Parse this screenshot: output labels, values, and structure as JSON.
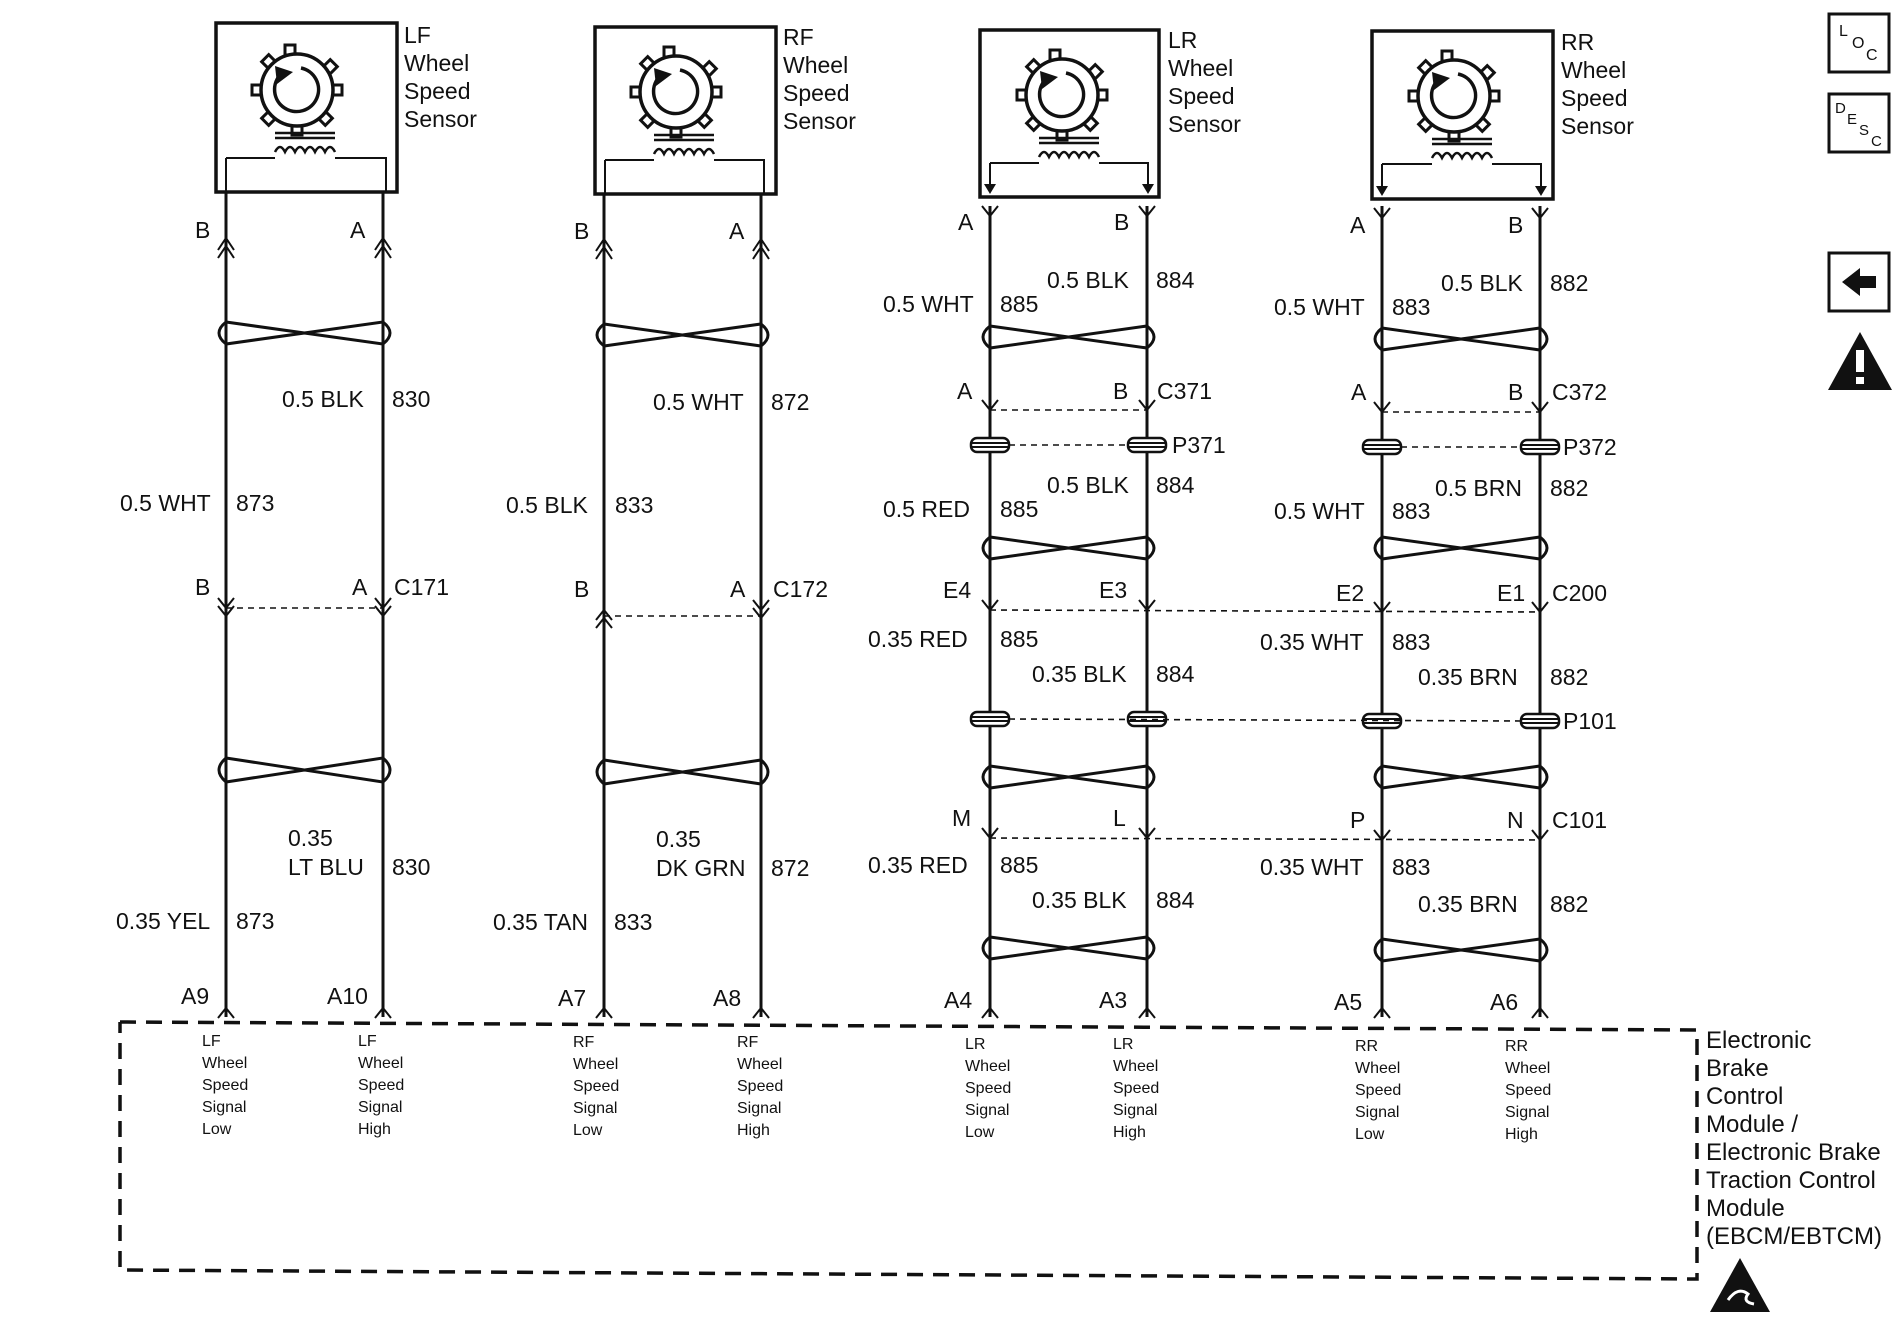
{
  "sensors": {
    "lf": [
      "LF",
      "Wheel",
      "Speed",
      "Sensor"
    ],
    "rf": [
      "RF",
      "Wheel",
      "Speed",
      "Sensor"
    ],
    "lr": [
      "LR",
      "Wheel",
      "Speed",
      "Sensor"
    ],
    "rr": [
      "RR",
      "Wheel",
      "Speed",
      "Sensor"
    ]
  },
  "terminals": {
    "lf": [
      "B",
      "A"
    ],
    "rf": [
      "B",
      "A"
    ],
    "lr": [
      "A",
      "B"
    ],
    "rr": [
      "A",
      "B"
    ]
  },
  "wires": {
    "lf_upper_right": [
      "0.5 BLK",
      "830"
    ],
    "lf_upper_left": [
      "0.5 WHT",
      "873"
    ],
    "lf_lower_right": [
      "0.35",
      "LT BLU",
      "830"
    ],
    "lf_lower_left": [
      "0.35 YEL",
      "873"
    ],
    "rf_upper_right": [
      "0.5 WHT",
      "872"
    ],
    "rf_upper_left": [
      "0.5 BLK",
      "833"
    ],
    "rf_lower_right": [
      "0.35",
      "DK GRN",
      "872"
    ],
    "rf_lower_left": [
      "0.35 TAN",
      "833"
    ],
    "lr_s1_left": [
      "0.5 WHT",
      "885"
    ],
    "lr_s1_right": [
      "0.5 BLK",
      "884"
    ],
    "lr_s2_left": [
      "0.5 RED",
      "885"
    ],
    "lr_s2_right": [
      "0.5 BLK",
      "884"
    ],
    "lr_s3_left": [
      "0.35 RED",
      "885"
    ],
    "lr_s3_right": [
      "0.35 BLK",
      "884"
    ],
    "lr_s4_left": [
      "0.35 RED",
      "885"
    ],
    "lr_s4_right": [
      "0.35 BLK",
      "884"
    ],
    "rr_s1_left": [
      "0.5 WHT",
      "883"
    ],
    "rr_s1_right": [
      "0.5 BLK",
      "882"
    ],
    "rr_s2_left": [
      "0.5 WHT",
      "883"
    ],
    "rr_s2_right": [
      "0.5 BRN",
      "882"
    ],
    "rr_s3_left": [
      "0.35 WHT",
      "883"
    ],
    "rr_s3_right": [
      "0.35 BRN",
      "882"
    ],
    "rr_s4_left": [
      "0.35 WHT",
      "883"
    ],
    "rr_s4_right": [
      "0.35 BRN",
      "882"
    ]
  },
  "connectors": {
    "c171": {
      "left": "B",
      "right": "A",
      "name": "C171"
    },
    "c172": {
      "left": "B",
      "right": "A",
      "name": "C172"
    },
    "c371": {
      "left": "A",
      "right": "B",
      "name": "C371"
    },
    "c372": {
      "left": "A",
      "right": "B",
      "name": "C372"
    },
    "p371": "P371",
    "p372": "P372",
    "c200": {
      "pins": [
        "E4",
        "E3",
        "E2",
        "E1"
      ],
      "name": "C200"
    },
    "p101": "P101",
    "c101": {
      "pins": [
        "M",
        "L",
        "P",
        "N"
      ],
      "name": "C101"
    }
  },
  "module_pins": [
    "A9",
    "A10",
    "A7",
    "A8",
    "A4",
    "A3",
    "A5",
    "A6"
  ],
  "module_labels": [
    [
      "LF",
      "Wheel",
      "Speed",
      "Signal",
      "Low"
    ],
    [
      "LF",
      "Wheel",
      "Speed",
      "Signal",
      "High"
    ],
    [
      "RF",
      "Wheel",
      "Speed",
      "Signal",
      "Low"
    ],
    [
      "RF",
      "Wheel",
      "Speed",
      "Signal",
      "High"
    ],
    [
      "LR",
      "Wheel",
      "Speed",
      "Signal",
      "Low"
    ],
    [
      "LR",
      "Wheel",
      "Speed",
      "Signal",
      "High"
    ],
    [
      "RR",
      "Wheel",
      "Speed",
      "Signal",
      "Low"
    ],
    [
      "RR",
      "Wheel",
      "Speed",
      "Signal",
      "High"
    ]
  ],
  "module_name": [
    "Electronic",
    "Brake",
    "Control",
    "Module /",
    "Electronic Brake",
    "Traction Control",
    "Module",
    "(EBCM/EBTCM)"
  ],
  "nav": {
    "loc": {
      "l": "L",
      "o": "O",
      "c": "C"
    },
    "desc": {
      "d": "D",
      "e": "E",
      "s": "S",
      "c": "C"
    }
  },
  "icons": [
    "gear-sensor-icon",
    "back-arrow-icon",
    "warning-icon",
    "esd-icon",
    "twisted-pair-icon",
    "arrow-terminal-icon"
  ],
  "colors": {
    "ink": "#111111",
    "background": "#ffffff"
  }
}
